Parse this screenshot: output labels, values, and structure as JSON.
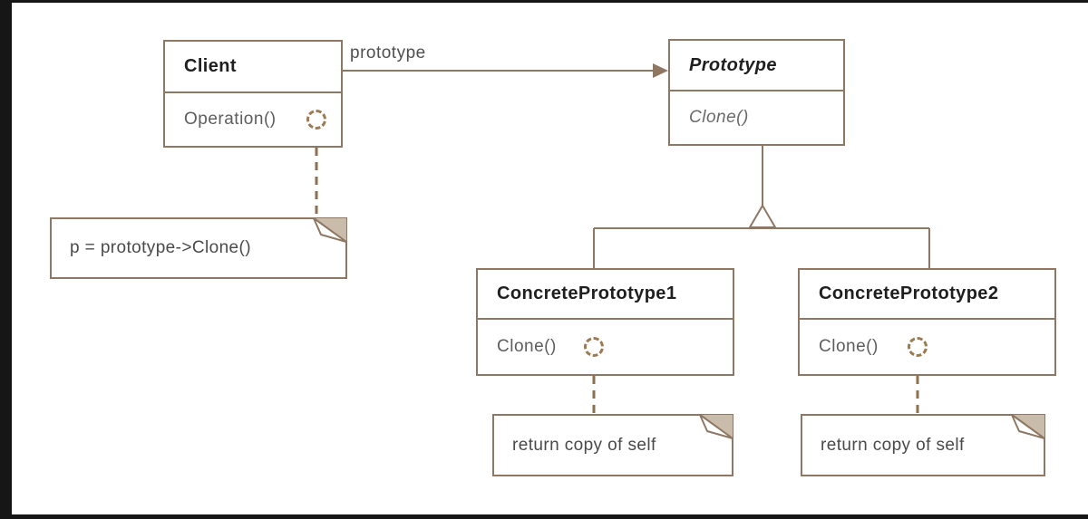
{
  "diagram": {
    "title_hint": "Prototype design pattern UML",
    "classes": {
      "client": {
        "name": "Client",
        "method": "Operation()"
      },
      "prototype": {
        "name": "Prototype",
        "method": "Clone()"
      },
      "concrete1": {
        "name": "ConcretePrototype1",
        "method": "Clone()"
      },
      "concrete2": {
        "name": "ConcretePrototype2",
        "method": "Clone()"
      }
    },
    "labels": {
      "association": "prototype"
    },
    "notes": {
      "client_note": "p = prototype->Clone()",
      "concrete1_note": "return copy of self",
      "concrete2_note": "return copy of self"
    },
    "icons": {
      "dashed_circle": "dashed-circle-icon"
    },
    "colors": {
      "shape_line": "#8e7863",
      "dashed_link": "#8f6f4e",
      "icon_brown": "#9c7a52",
      "note_fold_fill": "#c9bcab",
      "title_text": "#1f1f1f",
      "method_text": "#5d5d5d",
      "note_text": "#4a4a4a",
      "label_text": "#4f4f4f",
      "canvas_bg": "#ffffff",
      "frame_bg": "#161616"
    }
  }
}
